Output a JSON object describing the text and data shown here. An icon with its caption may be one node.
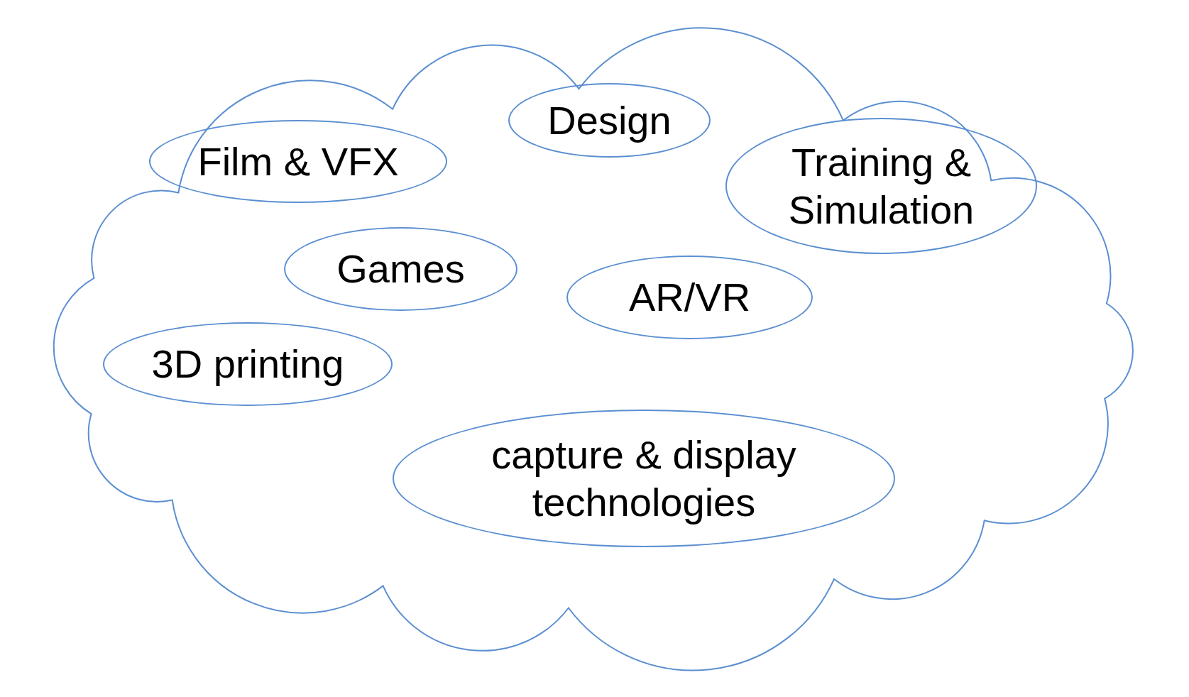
{
  "diagram": {
    "nodes": [
      {
        "text": [],
        "shape": "cloud"
      },
      {
        "text": [
          "Design"
        ],
        "in": 0
      },
      {
        "text": [
          "Film & VFX"
        ],
        "in": 0
      },
      {
        "text": [
          "Training & Simulation"
        ],
        "in": 0
      },
      {
        "text": [
          "Games"
        ],
        "in": 0
      },
      {
        "text": [
          "AR/VR"
        ],
        "in": 0
      },
      {
        "text": [
          "3D printing"
        ],
        "in": 0
      },
      {
        "text": [
          "capture & display technologies"
        ],
        "in": 0
      }
    ]
  }
}
